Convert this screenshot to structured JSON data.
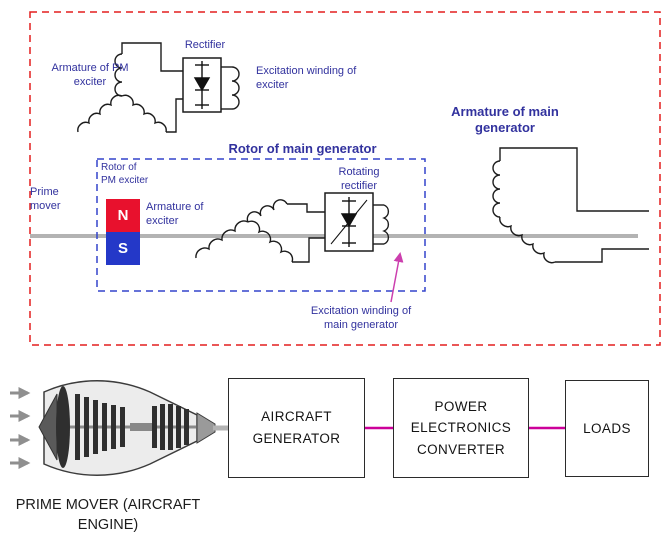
{
  "top_diagram": {
    "armature_pm_exciter": "Armature of PM exciter",
    "rectifier": "Rectifier",
    "excitation_winding_exciter": "Excitation winding of exciter",
    "armature_main_generator": "Armature of main generator",
    "rotor_main_generator": "Rotor of main generator",
    "rotor_pm_exciter": "Rotor of PM exciter",
    "prime_mover": "Prime mover",
    "armature_exciter": "Armature of exciter",
    "rotating_rectifier": "Rotating rectifier",
    "excitation_winding_main_generator": "Excitation winding of main generator",
    "magnet_north": "N",
    "magnet_south": "S"
  },
  "bottom_diagram": {
    "blocks": [
      {
        "label": "AIRCRAFT GENERATOR"
      },
      {
        "label": "POWER ELECTRONICS CONVERTER"
      },
      {
        "label": "LOADS"
      }
    ],
    "prime_mover_caption": "PRIME MOVER (AIRCRAFT ENGINE)"
  },
  "colors": {
    "label_blue": "#32329e",
    "dashed_red": "#e31e1e",
    "dashed_blue": "#3344cc",
    "magenta_link": "#cc0099",
    "magnet_north_red": "#e8112d",
    "magnet_south_blue": "#2438c8",
    "shaft_gray": "#b3b3b3"
  }
}
